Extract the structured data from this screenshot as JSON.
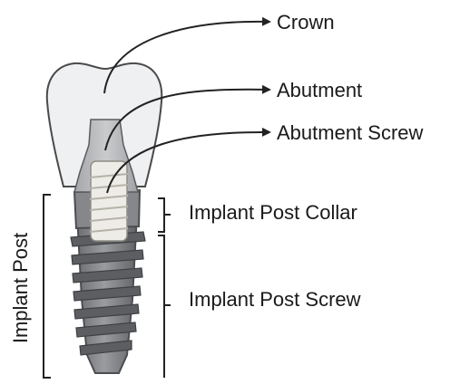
{
  "labels": {
    "crown": "Crown",
    "abutment": "Abutment",
    "abutment_screw": "Abutment Screw",
    "implant_post_collar": "Implant Post Collar",
    "implant_post_screw": "Implant Post Screw",
    "implant_post": "Implant Post"
  },
  "colors": {
    "crown_fill": "#ecedf0",
    "crown_stroke": "#4a4a4a",
    "abutment_fill": "#b9bbbd",
    "abutment_screw_fill": "#eeece6",
    "implant_body": "#7d7f82",
    "implant_thread": "#5c5e61",
    "line": "#222222"
  }
}
